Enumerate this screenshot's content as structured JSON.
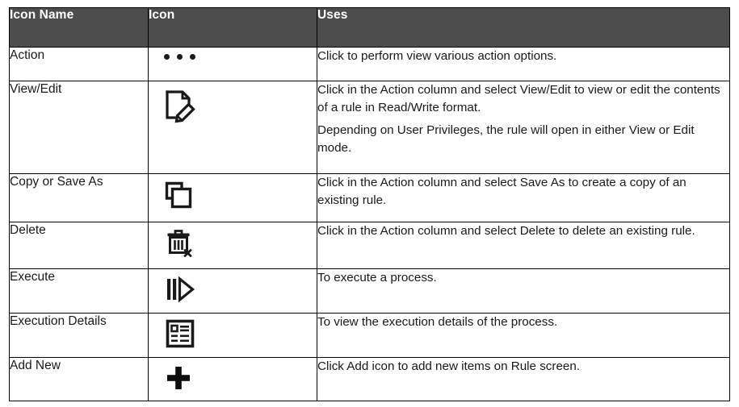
{
  "table": {
    "columns": [
      "Icon Name",
      "Icon",
      "Uses"
    ],
    "header_bg": "#4d4d4d",
    "header_fg": "#ffffff",
    "border_color": "#000000",
    "icon_color": "#1a1a1a",
    "rows": [
      {
        "name": "Action",
        "icon": "three-dots-icon",
        "uses": [
          "Click to perform view various action options."
        ]
      },
      {
        "name": "View/Edit",
        "icon": "document-pencil-icon",
        "uses": [
          "Click in the Action column and select View/Edit to view or edit the contents of a rule in Read/Write format.",
          "Depending on User Privileges, the rule will open in either View or Edit mode."
        ]
      },
      {
        "name": "Copy or Save As",
        "icon": "copy-squares-icon",
        "uses": [
          "Click in the Action column and select Save As to create a copy of an existing rule."
        ]
      },
      {
        "name": "Delete",
        "icon": "trash-can-x-icon",
        "uses": [
          "Click in the Action column and select Delete to delete an existing rule."
        ]
      },
      {
        "name": "Execute",
        "icon": "execute-play-bars-icon",
        "uses": [
          "To execute a process."
        ]
      },
      {
        "name": "Execution Details",
        "icon": "list-details-icon",
        "uses": [
          "To view the execution details of the process."
        ]
      },
      {
        "name": "Add New",
        "icon": "plus-icon",
        "uses": [
          "Click Add icon to add new items on Rule screen."
        ]
      }
    ]
  }
}
